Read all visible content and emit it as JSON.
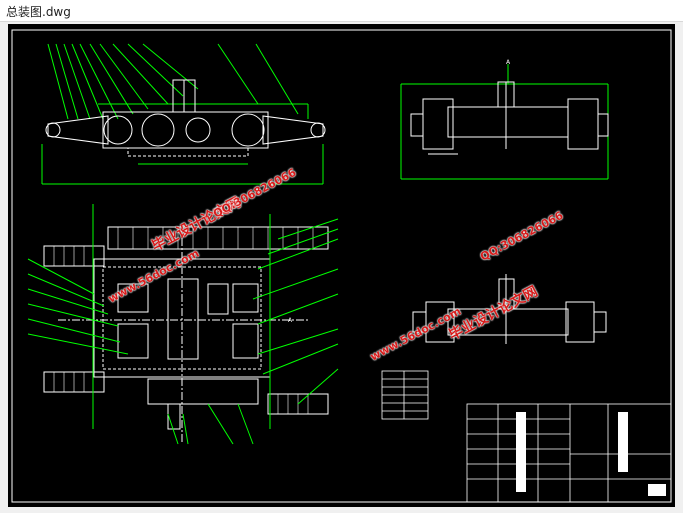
{
  "window": {
    "title": "总装图.dwg"
  },
  "drawing": {
    "view_label_a_top": "A",
    "view_label_a_mid": "A"
  },
  "watermarks": {
    "brand_cn": "毕业设计论文网",
    "site": "www.56doc.com",
    "qq": "QQ:306826066"
  },
  "colors": {
    "background": "#000000",
    "lines": "#ffffff",
    "dimensions": "#00ff00",
    "watermark_red": "#d81b1b"
  }
}
